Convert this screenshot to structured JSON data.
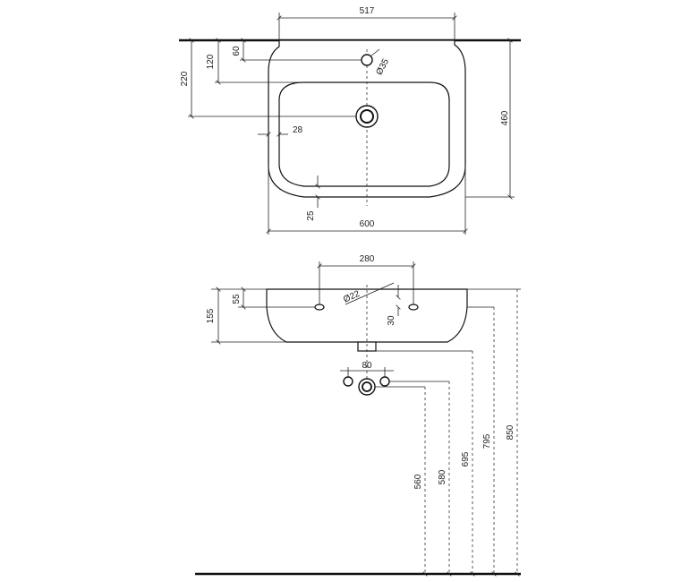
{
  "top_view": {
    "width_top": "517",
    "width_total": "600",
    "depth_total": "460",
    "tap_offset": "60",
    "bowl_top_offset": "120",
    "drain_offset": "220",
    "tap_hole_diameter": "Ø35",
    "side_wall": "28",
    "front_wall": "25"
  },
  "front_view": {
    "fixing_spacing": "280",
    "height": "155",
    "fixing_height": "55",
    "fixing_hole_diameter": "Ø22",
    "fixing_depth": "30",
    "pipe_spacing": "80",
    "h_560": "560",
    "h_580": "580",
    "h_695": "695",
    "h_795": "795",
    "h_850": "850"
  }
}
